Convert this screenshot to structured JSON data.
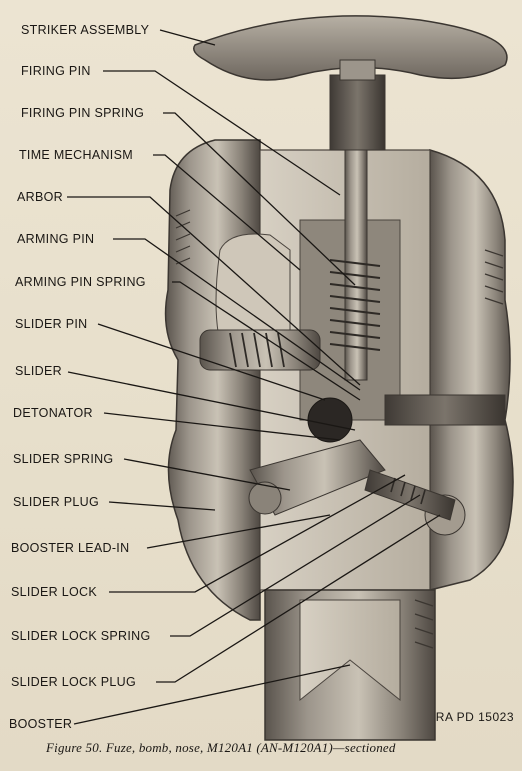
{
  "labels": [
    "STRIKER ASSEMBLY",
    "FIRING PIN",
    "FIRING PIN SPRING",
    "TIME MECHANISM",
    "ARBOR",
    "ARMING PIN",
    "ARMING PIN SPRING",
    "SLIDER PIN",
    "SLIDER",
    "DETONATOR",
    "SLIDER SPRING",
    "SLIDER PLUG",
    "BOOSTER LEAD-IN",
    "SLIDER LOCK",
    "SLIDER LOCK SPRING",
    "SLIDER LOCK PLUG",
    "BOOSTER"
  ],
  "reference_code": "RA PD 15023",
  "caption": "Figure 50. Fuze, bomb, nose, M120A1 (AN-M120A1)—sectioned"
}
